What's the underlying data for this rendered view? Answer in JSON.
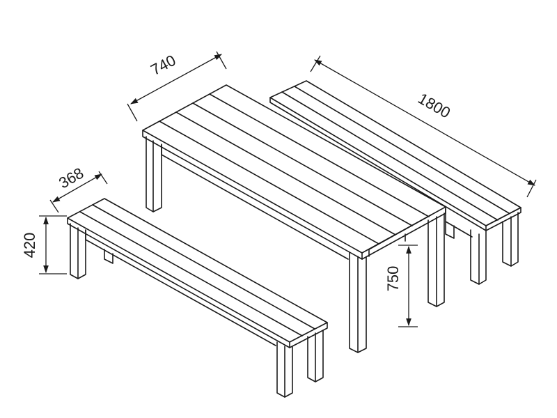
{
  "dimensions": {
    "table_width": "740",
    "table_length": "1800",
    "bench_width": "368",
    "bench_height": "420",
    "table_height": "750"
  },
  "colors": {
    "line": "#1a1a1a",
    "background": "#ffffff"
  }
}
